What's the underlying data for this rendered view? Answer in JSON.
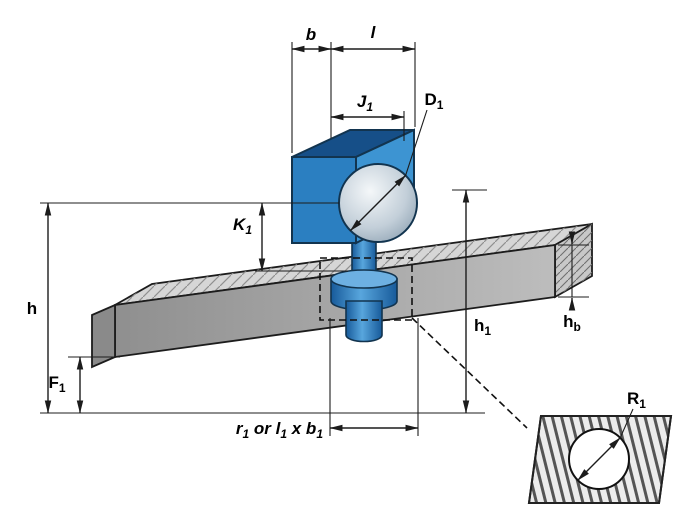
{
  "diagram": {
    "type": "technical-dimension-drawing",
    "labels": {
      "b": "b",
      "l": "l",
      "J": {
        "base": "J",
        "sub": "1"
      },
      "D": {
        "base": "D",
        "sub": "1"
      },
      "K": {
        "base": "K",
        "sub": "1"
      },
      "h": "h",
      "F": {
        "base": "F",
        "sub": "1"
      },
      "h1": {
        "base": "h",
        "sub": "1"
      },
      "hb": {
        "base": "h",
        "sub": "b"
      },
      "bottom": {
        "p1": "r",
        "s1": "1",
        "m1": " or ",
        "p2": "l",
        "s2": "1",
        "m2": " x ",
        "p3": "b",
        "s3": "1"
      },
      "R": {
        "base": "R",
        "sub": "1"
      }
    },
    "colors": {
      "outline": "#1c1c1c",
      "block_front": "#2b7fc1",
      "block_top": "#164f88",
      "block_side": "#3d94d2",
      "bar_top": "#d6d6d6",
      "bar_front": "#a9a9a9",
      "bar_end": "#c8c8c8",
      "bar_cap": "#8a8a8a",
      "stud_light": "#6db0e2",
      "detail_base": "#ececec"
    }
  }
}
